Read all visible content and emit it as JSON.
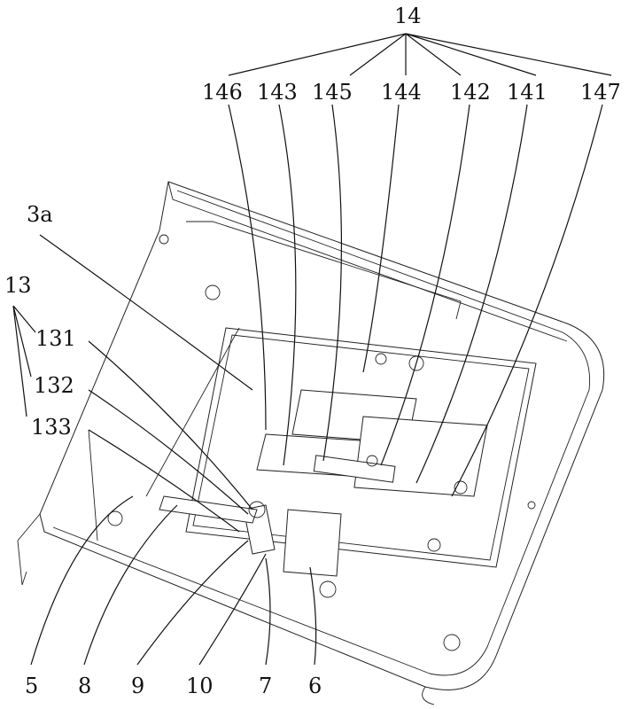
{
  "figure": {
    "group_labels": {
      "assembly_14": "14",
      "assembly_13": "13"
    },
    "top_labels": [
      "146",
      "143",
      "145",
      "144",
      "142",
      "141",
      "147"
    ],
    "left_labels": {
      "frame": "3a",
      "l131": "131",
      "l132": "132",
      "l133": "133"
    },
    "bottom_labels": [
      "5",
      "8",
      "9",
      "10",
      "7",
      "6"
    ]
  }
}
